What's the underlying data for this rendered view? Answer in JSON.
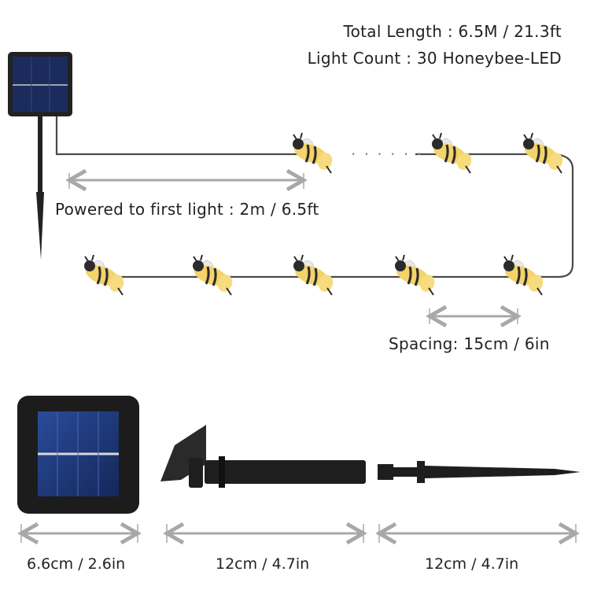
{
  "specs": {
    "total_length": "Total Length : 6.5M / 21.3ft",
    "light_count": "Light Count : 30 Honeybee-LED"
  },
  "diagram": {
    "powered_to_first_light": "Powered to first light : 2m / 6.5ft",
    "spacing": "Spacing: 15cm / 6in",
    "ellipsis": "· · ·   · · ·"
  },
  "dimensions": {
    "panel": "6.6cm / 2.6in",
    "upper_stake": "12cm / 4.7in",
    "lower_stake": "12cm / 4.7in"
  },
  "colors": {
    "bee_yellow": "#f3d36a",
    "bee_dark": "#2b2b2b",
    "wire": "#4a4a4a",
    "arrow": "#a8a8a8",
    "panel_blue": "#1f3a7a"
  }
}
